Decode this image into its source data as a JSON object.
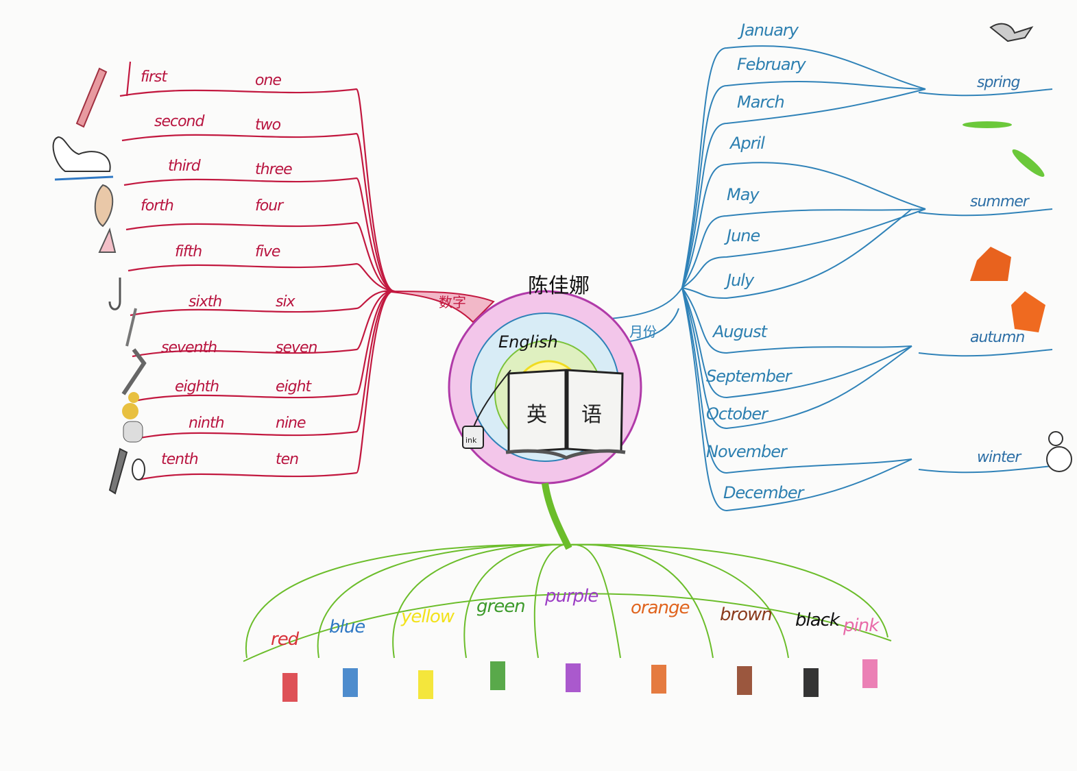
{
  "center": {
    "name": "陈佳娜",
    "subject": "English",
    "book_left": "英",
    "book_right": "语",
    "ink_label": "ink"
  },
  "numbers": {
    "branch_label": "数字",
    "color": "#b8143f",
    "rows": [
      {
        "ordinal": "first",
        "cardinal": "one"
      },
      {
        "ordinal": "second",
        "cardinal": "two"
      },
      {
        "ordinal": "third",
        "cardinal": "three"
      },
      {
        "ordinal": "forth",
        "cardinal": "four"
      },
      {
        "ordinal": "fifth",
        "cardinal": "five"
      },
      {
        "ordinal": "sixth",
        "cardinal": "six"
      },
      {
        "ordinal": "seventh",
        "cardinal": "seven"
      },
      {
        "ordinal": "eighth",
        "cardinal": "eight"
      },
      {
        "ordinal": "ninth",
        "cardinal": "nine"
      },
      {
        "ordinal": "tenth",
        "cardinal": "ten"
      }
    ]
  },
  "months": {
    "branch_label": "月份",
    "color": "#2c7fb0",
    "items": [
      "January",
      "February",
      "March",
      "April",
      "May",
      "June",
      "July",
      "August",
      "September",
      "October",
      "November",
      "December"
    ],
    "seasons": [
      "spring",
      "summer",
      "autumn",
      "winter"
    ]
  },
  "colors": {
    "branch_color": "#5db82a",
    "items": [
      {
        "label": "red",
        "hex": "#d8323a"
      },
      {
        "label": "blue",
        "hex": "#2f78c4"
      },
      {
        "label": "yellow",
        "hex": "#f2e21a"
      },
      {
        "label": "green",
        "hex": "#3c9a2a"
      },
      {
        "label": "purple",
        "hex": "#9b3cc4"
      },
      {
        "label": "orange",
        "hex": "#e0641e"
      },
      {
        "label": "brown",
        "hex": "#8a3a1c"
      },
      {
        "label": "black",
        "hex": "#111111"
      },
      {
        "label": "pink",
        "hex": "#e86aa8"
      }
    ]
  }
}
